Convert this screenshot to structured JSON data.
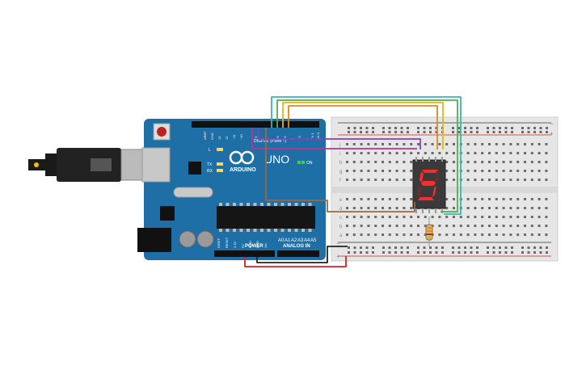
{
  "arduino": {
    "brand": "ARDUINO",
    "model": "UNO",
    "on_label": "ON",
    "power_label": "POWER",
    "analog_label": "ANALOG IN",
    "digital_label": "DIGITAL (PWM ~)",
    "led_l": "L",
    "led_tx": "TX",
    "led_rx": "RX",
    "top_header": [
      "AREF",
      "GND",
      "13",
      "12",
      "~11",
      "~10",
      "~9",
      "8",
      "7",
      "~6",
      "~5",
      "4",
      "~3",
      "2",
      "TX 1",
      "RX 0"
    ],
    "power_header": [
      "IOREF",
      "RESET",
      "3.3V",
      "5V",
      "GND",
      "GND",
      "Vin"
    ],
    "analog_header": [
      "A0",
      "A1",
      "A2",
      "A3",
      "A4",
      "A5"
    ]
  },
  "display": {
    "digit": "5"
  },
  "breadboard": {
    "row_letters_top": [
      "j",
      "i",
      "h",
      "g",
      "f"
    ],
    "row_letters_bottom": [
      "e",
      "d",
      "c",
      "b",
      "a"
    ],
    "plus": "+",
    "minus": "−"
  },
  "colors": {
    "board": "#1d6fa5",
    "wire_teal": "#3bb6b0",
    "wire_green": "#4caf50",
    "wire_yellow": "#e6b800",
    "wire_orange": "#d98a1a",
    "wire_purple": "#8a3fb5",
    "wire_magenta": "#c0318f",
    "wire_brown": "#a0673a",
    "wire_red": "#d32020",
    "wire_black": "#222222",
    "segment_on": "#ff2a2a"
  }
}
